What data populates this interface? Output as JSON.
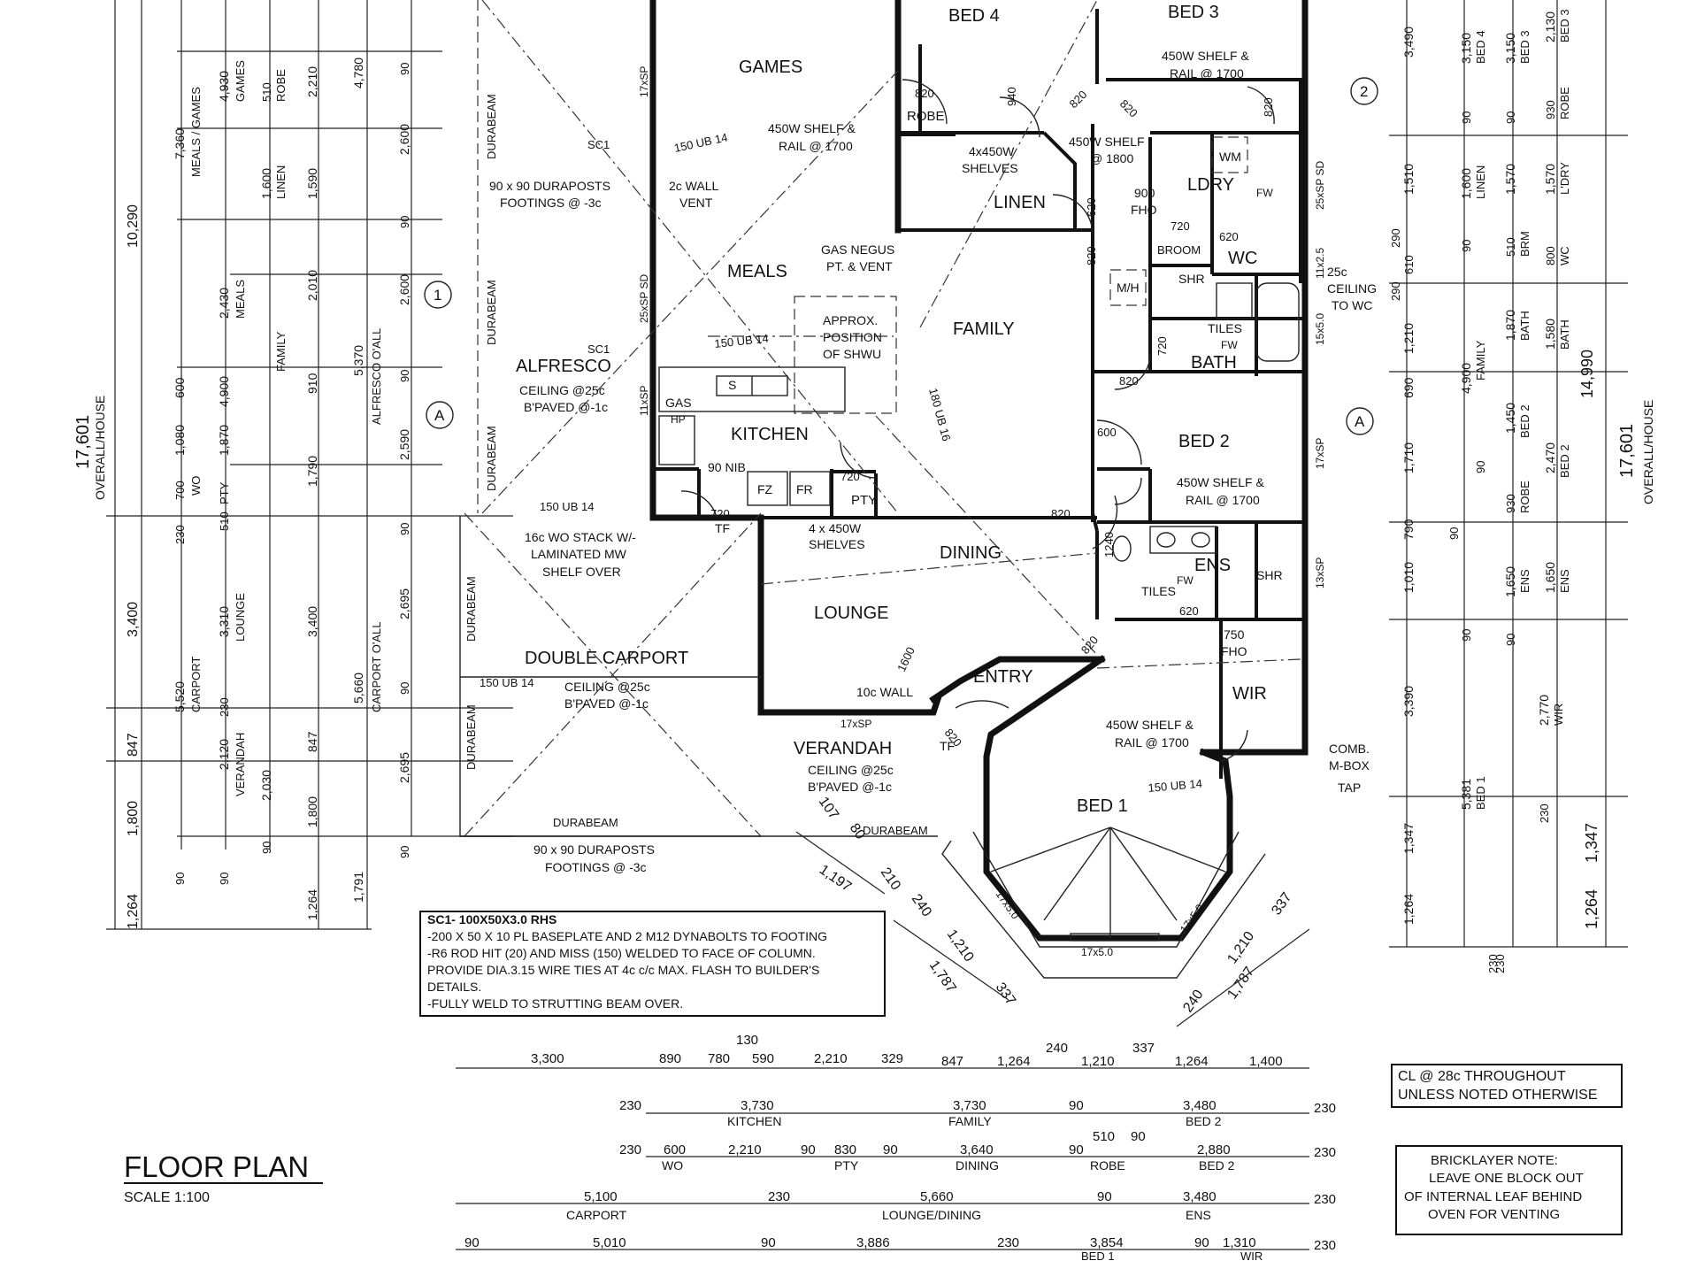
{
  "rooms": {
    "games": "GAMES",
    "meals": "MEALS",
    "alfresco": "ALFRESCO",
    "kitchen": "KITCHEN",
    "family": "FAMILY",
    "dining": "DINING",
    "lounge": "LOUNGE",
    "entry": "ENTRY",
    "double_carport": "DOUBLE CARPORT",
    "verandah": "VERANDAH",
    "bed1": "BED 1",
    "bed2": "BED 2",
    "bed3": "BED 3",
    "bed4": "BED 4",
    "linen": "LINEN",
    "ldry": "LDRY",
    "wc": "WC",
    "bath": "BATH",
    "ens": "ENS",
    "wir": "WIR",
    "robe": "ROBE",
    "pty": "PTY",
    "shr": "SHR",
    "broom": "BROOM",
    "wm": "WM"
  },
  "notes": {
    "alfresco_ceiling": "CEILING @25c",
    "bpaved_1c": "B'PAVED @-1c",
    "carport_ceiling": "CEILING @25c",
    "verandah_ceiling": "CEILING @25c",
    "posts_top": "90 x 90 DURAPOSTS",
    "footings_top": "FOOTINGS @ -3c",
    "posts_bottom": "90 x 90 DURAPOSTS",
    "footings_bottom": "FOOTINGS @ -3c",
    "shelf_bed4": "450W SHELF &",
    "rail_bed4": "RAIL @ 1700",
    "shelf_bed3": "450W SHELF &",
    "rail_bed3": "RAIL @ 1700",
    "shelf_1800": "450W SHELF",
    "at_1800": "@ 1800",
    "linen_shelves": "4x450W",
    "shelves": "SHELVES",
    "shelf_bed2": "450W SHELF &",
    "rail_bed2": "RAIL @ 1700",
    "shelf_wir": "450W SHELF &",
    "rail_wir": "RAIL @ 1700",
    "pty_shelves": "4 x 450W",
    "pty_shelves2": "SHELVES",
    "wall_vent": "2c WALL",
    "vent": "VENT",
    "gas_negus": "GAS NEGUS",
    "pt_vent": "PT. & VENT",
    "approx": "APPROX.",
    "position": "POSITION",
    "of_shwu": "OF SHWU",
    "wo_stack": "16c WO STACK W/-",
    "laminated": "LAMINATED MW",
    "shelf_over": "SHELF OVER",
    "ceiling_wc": "25c",
    "ceiling_wc2": "CEILING",
    "to_wc": "TO WC",
    "comb": "COMB.",
    "mbox": "M-BOX",
    "tap": "TAP",
    "tiles_bath": "TILES",
    "tiles_ens": "TILES",
    "fw": "FW",
    "fho_900": "900",
    "fho": "FHO",
    "fho_750": "750",
    "fho2": "FHO",
    "ten_c_wall": "10c WALL",
    "nib": "90 NIB",
    "gas": "GAS",
    "hp": "HP",
    "mh": "M/H",
    "fz": "FZ",
    "fr": "FR",
    "tf": "TF",
    "tf2": "TF",
    "s": "S"
  },
  "beams": {
    "ub_games": "150 UB 14",
    "ub_meals": "150 UB 14",
    "ub_kitchen": "150 UB 14",
    "ub_carport": "150 UB 14",
    "ub_bed1": "150 UB 14",
    "ub_family": "180 UB 16",
    "durabeam": "DURABEAM",
    "durabeam2": "DURABEAM",
    "sc1": "SC1",
    "sc1b": "SC1"
  },
  "openings": {
    "sp17_games": "17xSP",
    "sp25_meals": "25xSP SD",
    "sp11_alf": "11xSP",
    "sp17_bed2": "17xSP",
    "sp13_ens": "13xSP",
    "sp25_ldry": "25xSP SD",
    "sp11_wc": "11x2.5",
    "sp15_bath": "15x5.0",
    "sp17_ver": "17xSP",
    "w17_a": "17x5.0",
    "w17_b": "17x5.0",
    "w17_c": "17x5.0"
  },
  "door_sizes": [
    "820",
    "820",
    "820",
    "820",
    "820",
    "620",
    "620",
    "720",
    "720",
    "720",
    "620",
    "600",
    "820",
    "820",
    "820",
    "720",
    "820",
    "940",
    "900",
    "1240",
    "620",
    "1600"
  ],
  "sections": {
    "a": "A",
    "one": "1",
    "two": "2"
  },
  "sc1_note": [
    "SC1- 100X50X3.0 RHS",
    "-200 X 50 X 10 PL BASEPLATE AND 2 M12 DYNABOLTS TO FOOTING",
    "-R6 ROD HIT (20) AND MISS (150) WELDED TO FACE OF COLUMN.",
    " PROVIDE DIA.3.15 WIRE TIES AT 4c c/c MAX. FLASH TO BUILDER'S",
    "DETAILS.",
    "-FULLY WELD TO STRUTTING BEAM OVER."
  ],
  "cl_note": [
    "CL @ 28c THROUGHOUT",
    "UNLESS NOTED OTHERWISE"
  ],
  "bricklayer_note": [
    "BRICKLAYER NOTE:",
    "LEAVE ONE BLOCK OUT",
    "OF INTERNAL LEAF BEHIND",
    "OVEN FOR VENTING"
  ],
  "title": {
    "main": "FLOOR PLAN",
    "scale": "SCALE 1:100"
  },
  "dims_left_overall": {
    "value": "17,601",
    "label": "OVERALL/HOUSE"
  },
  "dims_left_col1": [
    "10,290",
    "3,400",
    "847",
    "1,800",
    "1,264"
  ],
  "dims_left_col2": [
    "7,360",
    "MEALS / GAMES",
    "700",
    "230",
    "5,520",
    "CARPORT",
    "90"
  ],
  "dims_left_col3": [
    "4,930",
    "GAMES",
    "2,430",
    "MEALS",
    "600",
    "1,080",
    "WO",
    "3,310",
    "LOUNGE",
    "230",
    "2,120",
    "VERANDAH",
    "90"
  ],
  "dims_left_col4": [
    "510",
    "ROBE",
    "1,600",
    "LINEN",
    "4,900",
    "FAMILY",
    "1,870",
    "PTY",
    "510",
    "2,030",
    "90"
  ],
  "dims_left_col5": [
    "2,210",
    "1,590",
    "2,010",
    "910",
    "1,790",
    "3,400",
    "847",
    "1,800",
    "1,264"
  ],
  "dims_left_col6": [
    "4,780",
    "5,370",
    "ALFRESCO O'ALL",
    "5,660",
    "CARPORT O'ALL",
    "1,791"
  ],
  "dims_left_col7": [
    "90",
    "2,600",
    "90",
    "2,600",
    "90",
    "2,590",
    "90",
    "2,695",
    "90",
    "2,695",
    "90"
  ],
  "dims_right_overall": {
    "value": "17,601",
    "label": "OVERALL/HOUSE",
    "v2": "14,990"
  },
  "dims_right_col1": [
    "3,490",
    "1,510",
    "290",
    "610",
    "290",
    "1,210",
    "690",
    "1,710",
    "790",
    "1,010",
    "3,390",
    "1,347",
    "1,264"
  ],
  "dims_right_col2": [
    "3,150",
    "BED 4",
    "90",
    "1,600",
    "LINEN",
    "90",
    "4,900",
    "FAMILY",
    "90",
    "90",
    "90",
    "5,381",
    "BED 1",
    "230"
  ],
  "dims_right_col3": [
    "3,150",
    "BED 3",
    "90",
    "1,570",
    "510",
    "BRM",
    "1,870",
    "BATH",
    "1,450",
    "BED 2",
    "930",
    "ROBE",
    "1,650",
    "ENS",
    "90",
    "2,770",
    "WIR",
    "230"
  ],
  "dims_right_col4": [
    "2,130",
    "BED 3",
    "930",
    "ROBE",
    "1,570",
    "L'DRY",
    "800",
    "WC",
    "1,580",
    "BATH",
    "2,470",
    "BED 2",
    "1,650",
    "ENS"
  ],
  "dims_right_far": [
    "1,347",
    "1,264",
    "230"
  ],
  "dims_bottom_row1": [
    "3,300",
    "890",
    "130",
    "780",
    "590",
    "2,210",
    "329",
    "847",
    "1,264",
    "240",
    "1,210",
    "337",
    "1,264",
    "1,400"
  ],
  "dims_bottom_row2": [
    "230",
    "3,730",
    "KITCHEN",
    "3,730",
    "FAMILY",
    "90",
    "3,480",
    "BED 2",
    "230"
  ],
  "dims_bottom_row3": [
    "230",
    "600",
    "WO",
    "2,210",
    "90",
    "830",
    "PTY",
    "90",
    "3,640",
    "DINING",
    "90",
    "510",
    "90",
    "ROBE",
    "2,880",
    "BED 2",
    "230"
  ],
  "dims_bottom_row4": [
    "5,100",
    "CARPORT",
    "230",
    "5,660",
    "LOUNGE/DINING",
    "90",
    "3,480",
    "ENS",
    "230"
  ],
  "dims_bottom_row5": [
    "90",
    "5,010",
    "90",
    "3,886",
    "230",
    "3,854",
    "BED 1",
    "90",
    "1,310",
    "WIR",
    "230"
  ],
  "dims_bay": [
    "1,197",
    "210",
    "107",
    "80",
    "240",
    "1,210",
    "1,787",
    "337",
    "240",
    "1,210",
    "1,787",
    "337"
  ]
}
